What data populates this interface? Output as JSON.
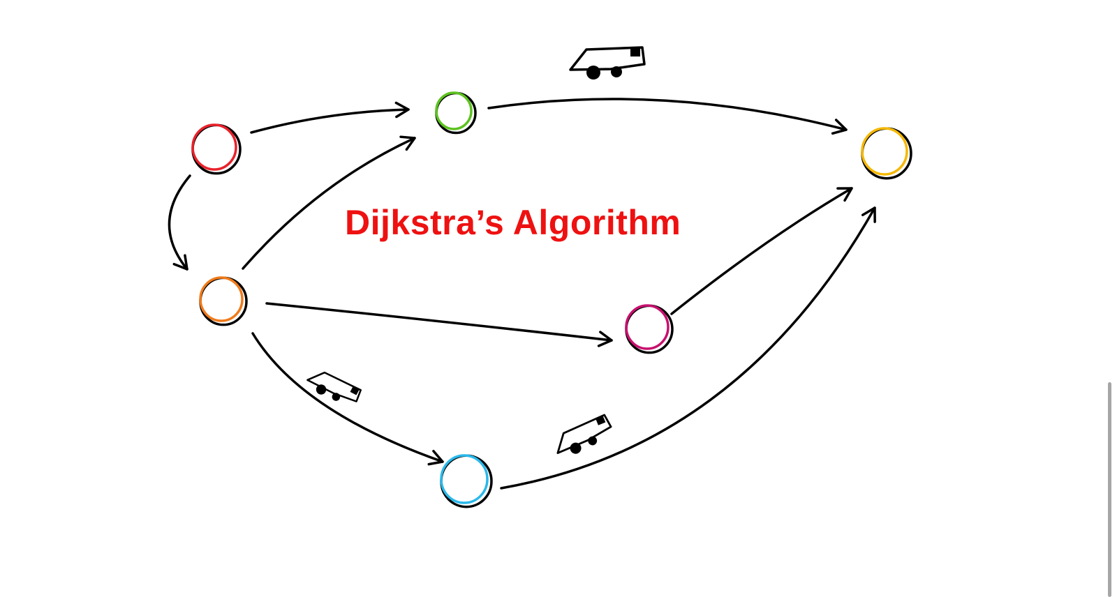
{
  "title": "Dijkstra’s Algorithm",
  "colors": {
    "title": "#ee1111",
    "stroke": "#000000"
  },
  "nodes": [
    {
      "id": "red",
      "color": "#e8212b"
    },
    {
      "id": "green",
      "color": "#5cc21f"
    },
    {
      "id": "yellow",
      "color": "#f5b800"
    },
    {
      "id": "orange",
      "color": "#f07a1a"
    },
    {
      "id": "magenta",
      "color": "#c8106e"
    },
    {
      "id": "cyan",
      "color": "#2ab8ea"
    }
  ],
  "edges": [
    {
      "from": "red",
      "to": "green"
    },
    {
      "from": "green",
      "to": "yellow"
    },
    {
      "from": "red",
      "to": "orange"
    },
    {
      "from": "orange",
      "to": "green"
    },
    {
      "from": "orange",
      "to": "magenta"
    },
    {
      "from": "magenta",
      "to": "yellow"
    },
    {
      "from": "orange",
      "to": "cyan"
    },
    {
      "from": "cyan",
      "to": "yellow"
    }
  ],
  "vehicles": [
    "truck-icon",
    "truck-icon",
    "truck-icon"
  ]
}
